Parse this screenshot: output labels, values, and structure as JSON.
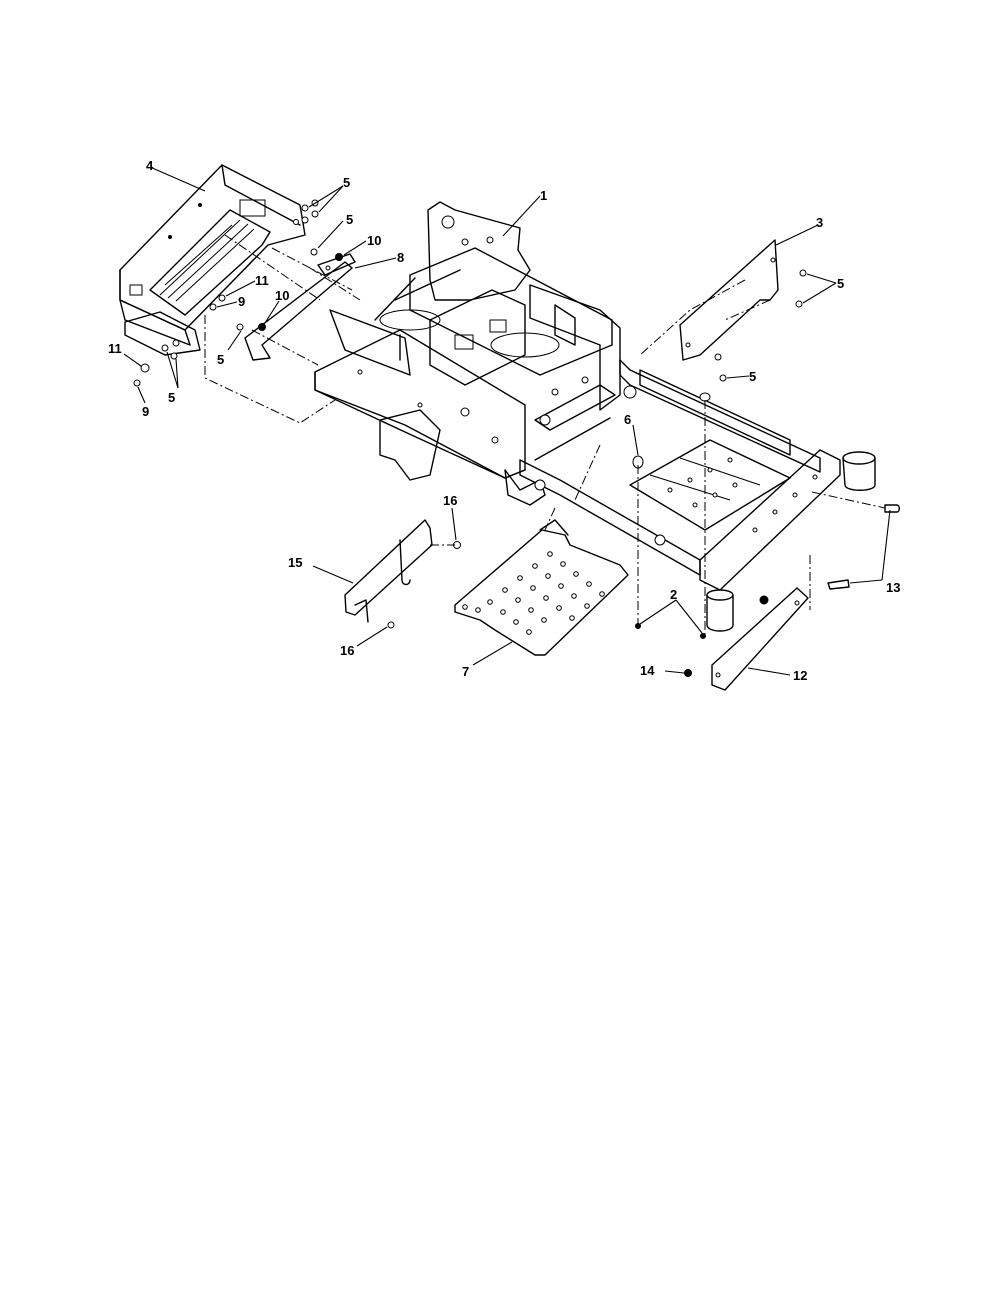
{
  "callouts": [
    {
      "id": "c1",
      "text": "1"
    },
    {
      "id": "c2",
      "text": "2"
    },
    {
      "id": "c3",
      "text": "3"
    },
    {
      "id": "c4",
      "text": "4"
    },
    {
      "id": "c5a",
      "text": "5"
    },
    {
      "id": "c5b",
      "text": "5"
    },
    {
      "id": "c5c",
      "text": "5"
    },
    {
      "id": "c5d",
      "text": "5"
    },
    {
      "id": "c5e",
      "text": "5"
    },
    {
      "id": "c5f",
      "text": "5"
    },
    {
      "id": "c6",
      "text": "6"
    },
    {
      "id": "c7",
      "text": "7"
    },
    {
      "id": "c8",
      "text": "8"
    },
    {
      "id": "c9a",
      "text": "9"
    },
    {
      "id": "c9b",
      "text": "9"
    },
    {
      "id": "c10a",
      "text": "10"
    },
    {
      "id": "c10b",
      "text": "10"
    },
    {
      "id": "c11a",
      "text": "11"
    },
    {
      "id": "c11b",
      "text": "11"
    },
    {
      "id": "c12",
      "text": "12"
    },
    {
      "id": "c13",
      "text": "13"
    },
    {
      "id": "c14",
      "text": "14"
    },
    {
      "id": "c15",
      "text": "15"
    },
    {
      "id": "c16a",
      "text": "16"
    },
    {
      "id": "c16b",
      "text": "16"
    }
  ],
  "colors": {
    "line": "#000000",
    "background": "#ffffff"
  }
}
